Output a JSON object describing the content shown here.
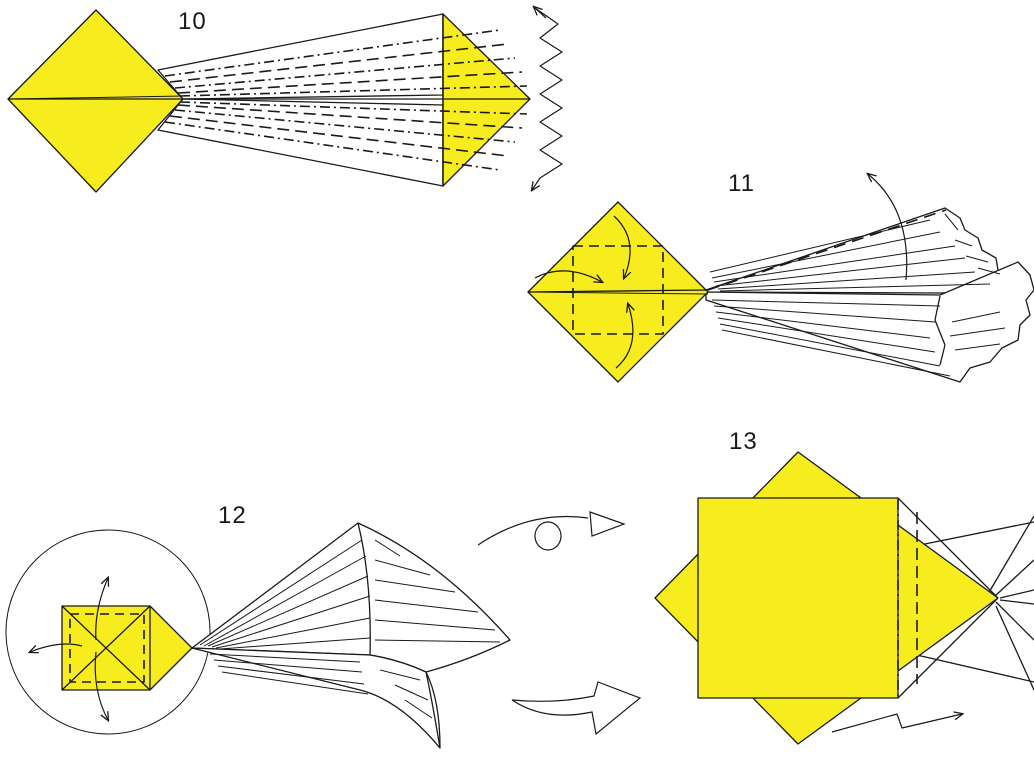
{
  "colors": {
    "paper_front": "#f7ec1e",
    "paper_back": "#ffffff",
    "line": "#1a1a1a"
  },
  "steps": {
    "s10": {
      "number": "10"
    },
    "s11": {
      "number": "11"
    },
    "s12": {
      "number": "12"
    },
    "s13": {
      "number": "13"
    }
  },
  "symbols": {
    "s10": "pleat-fold-arrow",
    "s11": "fold-arrows",
    "s12": "open-and-squash-arrows",
    "s13_turn": "turn-over-symbol",
    "s13_next": "continue-arrow",
    "s13_push": "push-arrow"
  }
}
